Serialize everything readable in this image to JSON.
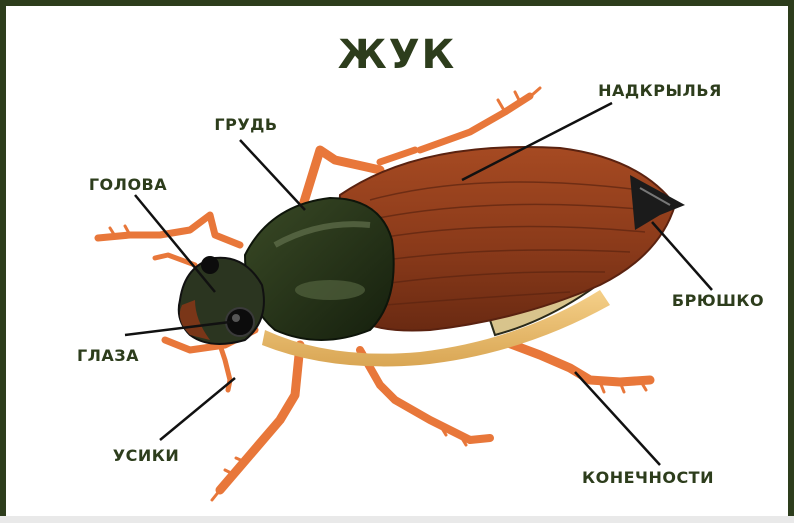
{
  "title": "ЖУК",
  "labels": {
    "elytra": "НАДКРЫЛЬЯ",
    "thorax": "ГРУДЬ",
    "head": "ГОЛОВА",
    "eyes": "ГЛАЗА",
    "antennae": "УСИКИ",
    "abdomen": "БРЮШКО",
    "limbs": "КОНЕЧНОСТИ"
  },
  "colors": {
    "frame": "#2d3d1c",
    "text": "#2d3d1c",
    "elytra": "#8b3b1c",
    "thorax": "#1e2a14",
    "legs": "#e8773a"
  }
}
